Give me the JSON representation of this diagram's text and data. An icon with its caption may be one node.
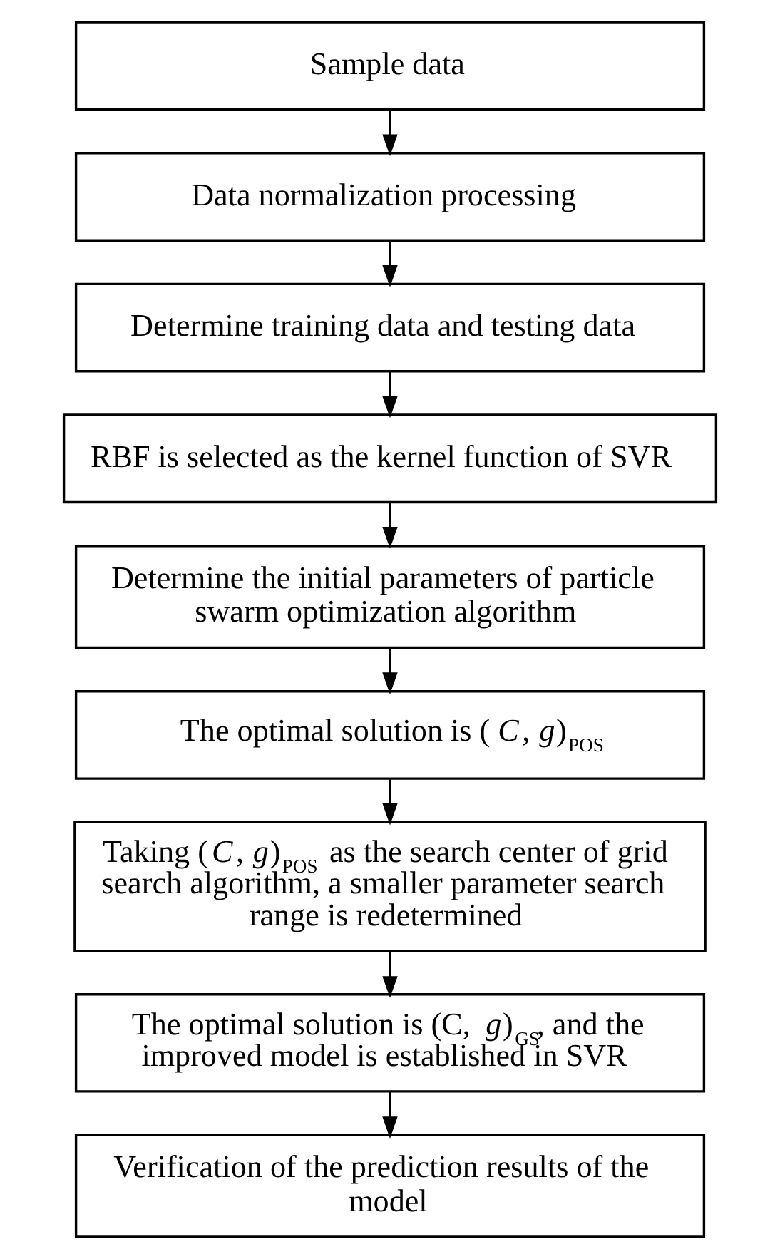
{
  "diagram": {
    "nodes": [
      {
        "text": [
          "Sample data"
        ]
      },
      {
        "text": [
          "Data normalization processing"
        ]
      },
      {
        "text": [
          "Determine training data and testing data"
        ]
      },
      {
        "text": [
          "RBF is selected as the kernel function of SVR"
        ]
      },
      {
        "text": [
          "Determine the initial parameters of particle swarm optimization algorithm"
        ]
      },
      {
        "text": [
          "The optimal solution is (*C*, *g*)$_{POS}$"
        ]
      },
      {
        "text": [
          "Taking (*C*, *g*)$_{POS}$ as the search center of grid search algorithm, a smaller parameter search range is redetermined"
        ]
      },
      {
        "text": [
          "The optimal solution is (C, *g*)$_{GS}$, and the improved model is established in SVR"
        ]
      },
      {
        "text": [
          "Verification of the prediction results of the model"
        ]
      }
    ],
    "edges": [
      {
        "from": 0,
        "to": 1,
        "arrow": "to"
      },
      {
        "from": 1,
        "to": 2,
        "arrow": "to"
      },
      {
        "from": 2,
        "to": 3,
        "arrow": "to"
      },
      {
        "from": 3,
        "to": 4,
        "arrow": "to"
      },
      {
        "from": 4,
        "to": 5,
        "arrow": "to"
      },
      {
        "from": 5,
        "to": 6,
        "arrow": "to"
      },
      {
        "from": 6,
        "to": 7,
        "arrow": "to"
      },
      {
        "from": 7,
        "to": 8,
        "arrow": "to"
      }
    ]
  }
}
